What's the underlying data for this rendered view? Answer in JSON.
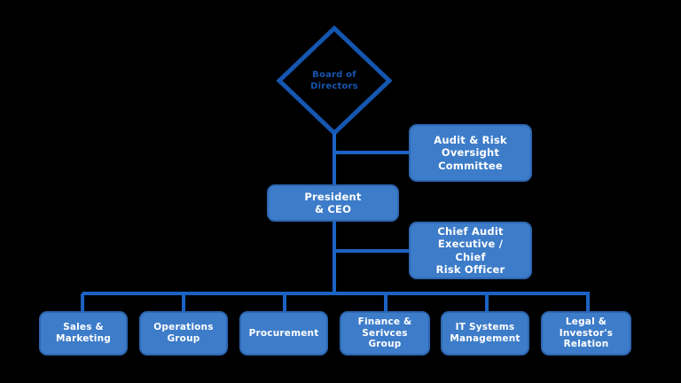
{
  "chart": {
    "type": "org-chart",
    "background_color": "#000000",
    "node_fill_color": "#3D7CC9",
    "node_border_color": "#2D67B2",
    "node_text_color": "#FFFFFF",
    "connector_color": "#1B63C4",
    "diamond_stroke_color": "#1556B0",
    "diamond_text_color": "#1556B0"
  },
  "nodes": {
    "board": {
      "label": "Board of\nDirectors",
      "shape": "diamond",
      "level": 0
    },
    "audit_committee": {
      "label": "Audit & Risk\nOversight\nCommittee",
      "shape": "rounded-rect",
      "level": 1
    },
    "president": {
      "label": "President\n& CEO",
      "shape": "rounded-rect",
      "level": 1
    },
    "chief_audit": {
      "label": "Chief Audit Executive /\nChief\nRisk Officer",
      "shape": "rounded-rect",
      "level": 2
    }
  },
  "departments": [
    {
      "id": "sales-marketing",
      "label": "Sales & Marketing"
    },
    {
      "id": "operations-group",
      "label": "Operations\nGroup"
    },
    {
      "id": "procurement",
      "label": "Procurement"
    },
    {
      "id": "finance-services-group",
      "label": "Finance & Serivces\nGroup"
    },
    {
      "id": "it-systems-management",
      "label": "IT Systems\nManagement"
    },
    {
      "id": "legal-investor-relation",
      "label": "Legal & Investor's\nRelation"
    }
  ]
}
